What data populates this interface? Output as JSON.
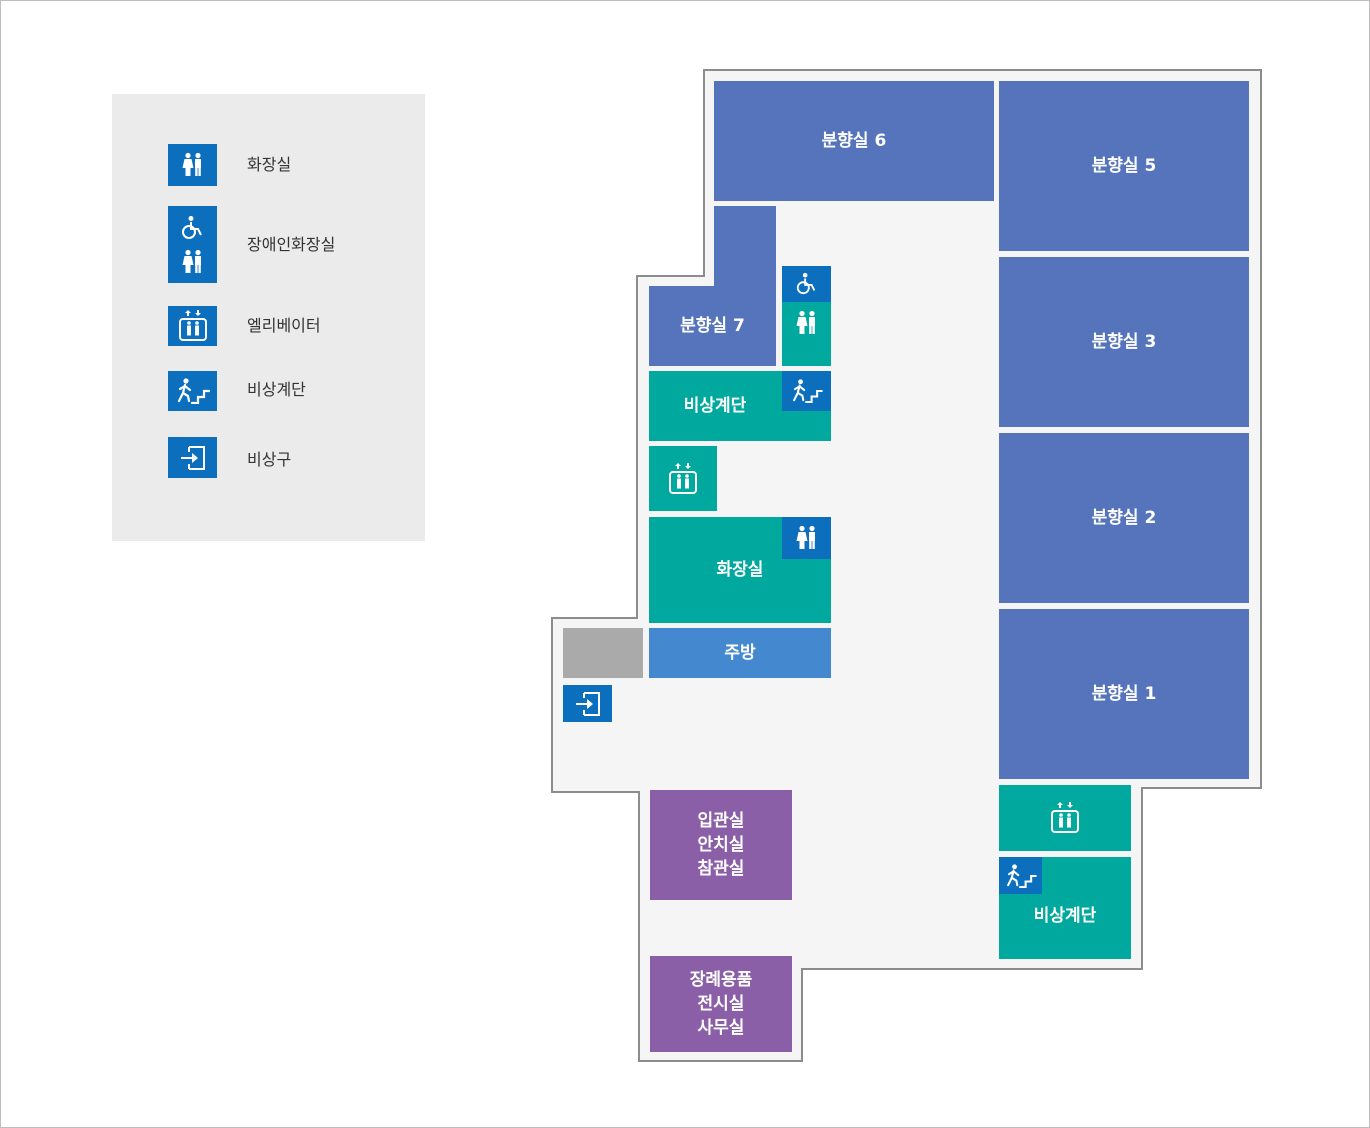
{
  "legend": {
    "items": [
      {
        "icon": "restroom-icon",
        "label": "화장실"
      },
      {
        "icon": "accessible-restroom-icon",
        "label": "장애인화장실"
      },
      {
        "icon": "elevator-icon",
        "label": "엘리베이터"
      },
      {
        "icon": "emergency-stairs-icon",
        "label": "비상계단"
      },
      {
        "icon": "emergency-exit-icon",
        "label": "비상구"
      }
    ]
  },
  "rooms": {
    "room6": "분향실 6",
    "room5": "분향실 5",
    "room7": "분향실 7",
    "room3": "분향실 3",
    "room2": "분향실 2",
    "room1": "분향실 1",
    "stairs_top": "비상계단",
    "restroom": "화장실",
    "kitchen": "주방",
    "ceremony": "입관실\n안치실\n참관실",
    "funeral_goods": "장례용품\n전시실\n사무실",
    "stairs_bottom": "비상계단"
  },
  "colors": {
    "memorial_room": "#5574bb",
    "service_area": "#00a89d",
    "kitchen": "#4489cf",
    "ceremony": "#8b5fa8",
    "icon_blue": "#0c6fbe",
    "storage": "#aaaaaa",
    "floor": "#f5f5f5",
    "legend_bg": "#ebebeb"
  }
}
